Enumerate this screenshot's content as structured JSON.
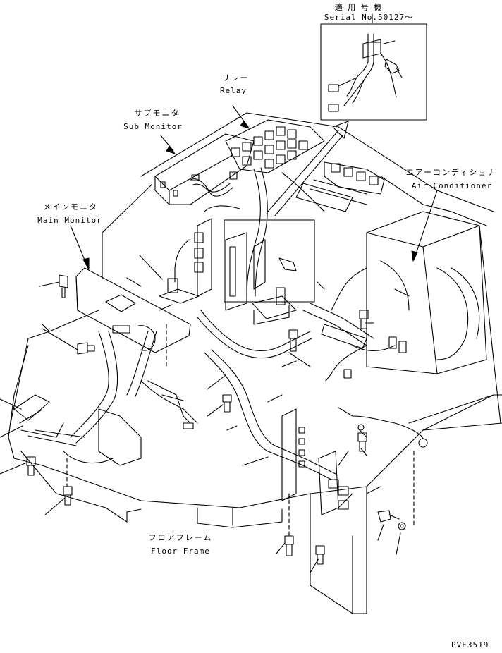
{
  "labels": {
    "serial_jp": "適 用 号 機",
    "serial_en": "Serial No.50127～",
    "relay_jp": "リレー",
    "relay_en": "Relay",
    "sub_monitor_jp": "サブモニタ",
    "sub_monitor_en": "Sub Monitor",
    "air_conditioner_jp": "エアーコンディショナ",
    "air_conditioner_en": "Air Conditioner",
    "main_monitor_jp": "メインモニタ",
    "main_monitor_en": "Main Monitor",
    "floor_frame_jp": "フロアフレーム",
    "floor_frame_en": "Floor Frame",
    "drawing_code": "PVE3519"
  }
}
